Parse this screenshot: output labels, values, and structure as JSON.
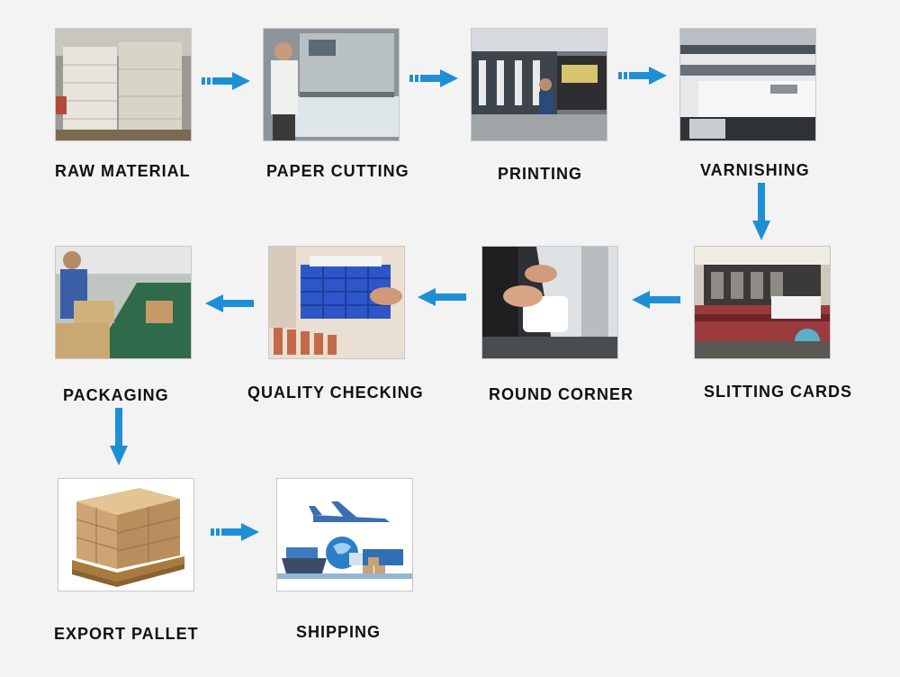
{
  "steps": [
    {
      "label": "RAW  MATERIAL",
      "icon": "paper-stack-photo"
    },
    {
      "label": "PAPER CUTTING",
      "icon": "cutting-machine-photo"
    },
    {
      "label": "PRINTING",
      "icon": "printing-press-photo"
    },
    {
      "label": "VARNISHING",
      "icon": "varnishing-machine-photo"
    },
    {
      "label": "SLITTING CARDS",
      "icon": "slitting-machine-photo"
    },
    {
      "label": "ROUND CORNER",
      "icon": "round-corner-photo"
    },
    {
      "label": "QUALITY CHECKING",
      "icon": "quality-check-photo"
    },
    {
      "label": "PACKAGING",
      "icon": "packaging-line-photo"
    },
    {
      "label": "EXPORT PALLET",
      "icon": "pallet-boxes-photo"
    },
    {
      "label": "SHIPPING",
      "icon": "shipping-globe-photo"
    }
  ],
  "colors": {
    "background": "#f3f3f3",
    "arrow": "#1e8fd6",
    "label": "#111111"
  }
}
